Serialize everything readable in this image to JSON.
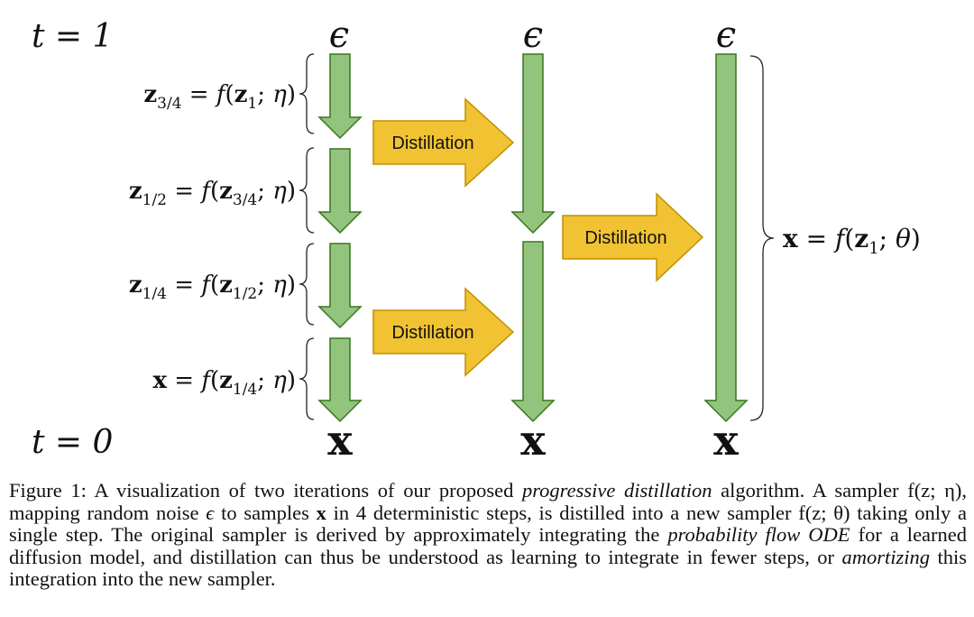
{
  "figure": {
    "time_top": "t = 1",
    "time_bottom": "t = 0",
    "noise_symbol": "ϵ",
    "sample_symbol": "x",
    "distillation_label": "Distillation",
    "step_labels": [
      {
        "lhs": "z",
        "lhs_sub": "3/4",
        "rhs": "f(z",
        "rhs_sub": "1",
        "rhs_end": "; η)"
      },
      {
        "lhs": "z",
        "lhs_sub": "1/2",
        "rhs": "f(z",
        "rhs_sub": "3/4",
        "rhs_end": "; η)"
      },
      {
        "lhs": "z",
        "lhs_sub": "1/4",
        "rhs": "f(z",
        "rhs_sub": "1/2",
        "rhs_end": "; η)"
      },
      {
        "lhs": "x",
        "lhs_sub": "",
        "rhs": "f(z",
        "rhs_sub": "1/4",
        "rhs_end": "; η)"
      }
    ],
    "final_label": {
      "lhs": "x",
      "rhs": "f(z",
      "rhs_sub": "1",
      "rhs_end": "; θ)"
    }
  },
  "caption": {
    "prefix": "Figure 1:  A visualization of two iterations of our proposed",
    "em1": "progressive distillation",
    "p2": "algorithm.  A sampler",
    "f1": "f(z; η)",
    "p3": ", mapping random noise",
    "eps": "ϵ",
    "p4": "to samples",
    "x": "x",
    "p5": "in 4 deterministic steps, is distilled into a new sampler",
    "f2": "f(z; θ)",
    "p6": "taking only a single step.  The original sampler is derived by approximately integrating the",
    "em2": "probability flow ODE",
    "p7": "for a learned diffusion model, and distillation can thus be understood as learning to integrate in fewer steps, or",
    "em3": "amortizing",
    "p8": "this integration into the new sampler."
  },
  "colors": {
    "green_fill": "#93c47d",
    "green_stroke": "#38761d",
    "orange_fill": "#f1c232",
    "orange_stroke": "#bf9000"
  }
}
